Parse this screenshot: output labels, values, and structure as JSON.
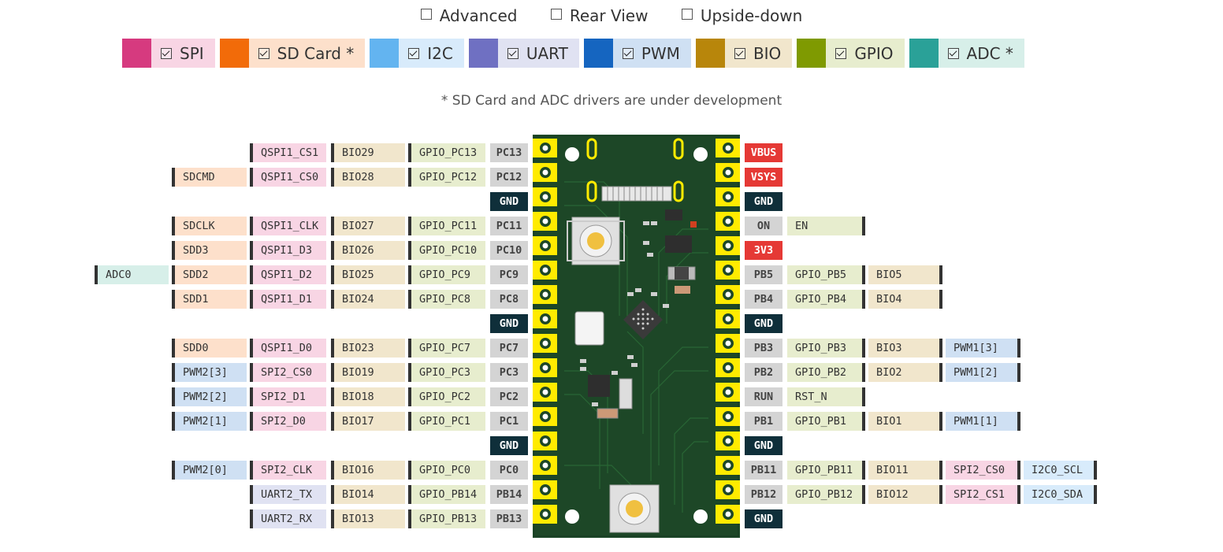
{
  "options": [
    {
      "label": "Advanced",
      "checked": false
    },
    {
      "label": "Rear View",
      "checked": false
    },
    {
      "label": "Upside-down",
      "checked": false
    }
  ],
  "legend": [
    {
      "label": "SPI",
      "color": "#d63a7f",
      "bg": "#f8d5e4",
      "checked": true
    },
    {
      "label": "SD Card *",
      "color": "#f26b09",
      "bg": "#fde0cb",
      "checked": true
    },
    {
      "label": "I2C",
      "color": "#63b4f0",
      "bg": "#d8ebfb",
      "checked": true
    },
    {
      "label": "UART",
      "color": "#6f70c2",
      "bg": "#e0e2f2",
      "checked": true
    },
    {
      "label": "PWM",
      "color": "#1565c0",
      "bg": "#cfe0f3",
      "checked": true
    },
    {
      "label": "BIO",
      "color": "#b8860b",
      "bg": "#f1e6cc",
      "checked": true
    },
    {
      "label": "GPIO",
      "color": "#7f9a01",
      "bg": "#e7edce",
      "checked": true
    },
    {
      "label": "ADC *",
      "color": "#2aa198",
      "bg": "#d7efe9",
      "checked": true
    }
  ],
  "note": "* SD Card and ADC drivers are under development",
  "left_pins": [
    {
      "labels": [
        null,
        null,
        "QSPI1_CS1",
        "BIO29",
        "GPIO_PC13",
        "PC13"
      ]
    },
    {
      "labels": [
        null,
        "SDCMD",
        "QSPI1_CS0",
        "BIO28",
        "GPIO_PC12",
        "PC12"
      ]
    },
    {
      "labels": [
        null,
        null,
        null,
        null,
        null,
        "GND"
      ]
    },
    {
      "labels": [
        null,
        "SDCLK",
        "QSPI1_CLK",
        "BIO27",
        "GPIO_PC11",
        "PC11"
      ]
    },
    {
      "labels": [
        null,
        "SDD3",
        "QSPI1_D3",
        "BIO26",
        "GPIO_PC10",
        "PC10"
      ]
    },
    {
      "labels": [
        "ADC0",
        "SDD2",
        "QSPI1_D2",
        "BIO25",
        "GPIO_PC9",
        "PC9"
      ]
    },
    {
      "labels": [
        null,
        "SDD1",
        "QSPI1_D1",
        "BIO24",
        "GPIO_PC8",
        "PC8"
      ]
    },
    {
      "labels": [
        null,
        null,
        null,
        null,
        null,
        "GND"
      ]
    },
    {
      "labels": [
        null,
        "SDD0",
        "QSPI1_D0",
        "BIO23",
        "GPIO_PC7",
        "PC7"
      ]
    },
    {
      "labels": [
        null,
        "PWM2[3]",
        "SPI2_CS0",
        "BIO19",
        "GPIO_PC3",
        "PC3"
      ]
    },
    {
      "labels": [
        null,
        "PWM2[2]",
        "SPI2_D1",
        "BIO18",
        "GPIO_PC2",
        "PC2"
      ]
    },
    {
      "labels": [
        null,
        "PWM2[1]",
        "SPI2_D0",
        "BIO17",
        "GPIO_PC1",
        "PC1"
      ]
    },
    {
      "labels": [
        null,
        null,
        null,
        null,
        null,
        "GND"
      ]
    },
    {
      "labels": [
        null,
        "PWM2[0]",
        "SPI2_CLK",
        "BIO16",
        "GPIO_PC0",
        "PC0"
      ]
    },
    {
      "labels": [
        null,
        null,
        "UART2_TX",
        "BIO14",
        "GPIO_PB14",
        "PB14"
      ]
    },
    {
      "labels": [
        null,
        null,
        "UART2_RX",
        "BIO13",
        "GPIO_PB13",
        "PB13"
      ]
    }
  ],
  "right_pins": [
    {
      "labels": [
        "VBUS",
        null,
        null,
        null,
        null
      ]
    },
    {
      "labels": [
        "VSYS",
        null,
        null,
        null,
        null
      ]
    },
    {
      "labels": [
        "GND",
        null,
        null,
        null,
        null
      ]
    },
    {
      "labels": [
        "ON",
        "EN",
        null,
        null,
        null
      ]
    },
    {
      "labels": [
        "3V3",
        null,
        null,
        null,
        null
      ]
    },
    {
      "labels": [
        "PB5",
        "GPIO_PB5",
        "BIO5",
        null,
        null
      ]
    },
    {
      "labels": [
        "PB4",
        "GPIO_PB4",
        "BIO4",
        null,
        null
      ]
    },
    {
      "labels": [
        "GND",
        null,
        null,
        null,
        null
      ]
    },
    {
      "labels": [
        "PB3",
        "GPIO_PB3",
        "BIO3",
        "PWM1[3]",
        null
      ]
    },
    {
      "labels": [
        "PB2",
        "GPIO_PB2",
        "BIO2",
        "PWM1[2]",
        null
      ]
    },
    {
      "labels": [
        "RUN",
        "RST_N",
        null,
        null,
        null
      ]
    },
    {
      "labels": [
        "PB1",
        "GPIO_PB1",
        "BIO1",
        "PWM1[1]",
        null
      ]
    },
    {
      "labels": [
        "GND",
        null,
        null,
        null,
        null
      ]
    },
    {
      "labels": [
        "PB11",
        "GPIO_PB11",
        "BIO11",
        "SPI2_CS0",
        "I2C0_SCL"
      ]
    },
    {
      "labels": [
        "PB12",
        "GPIO_PB12",
        "BIO12",
        "SPI2_CS1",
        "I2C0_SDA"
      ]
    },
    {
      "labels": [
        "GND",
        null,
        null,
        null,
        null
      ]
    }
  ]
}
